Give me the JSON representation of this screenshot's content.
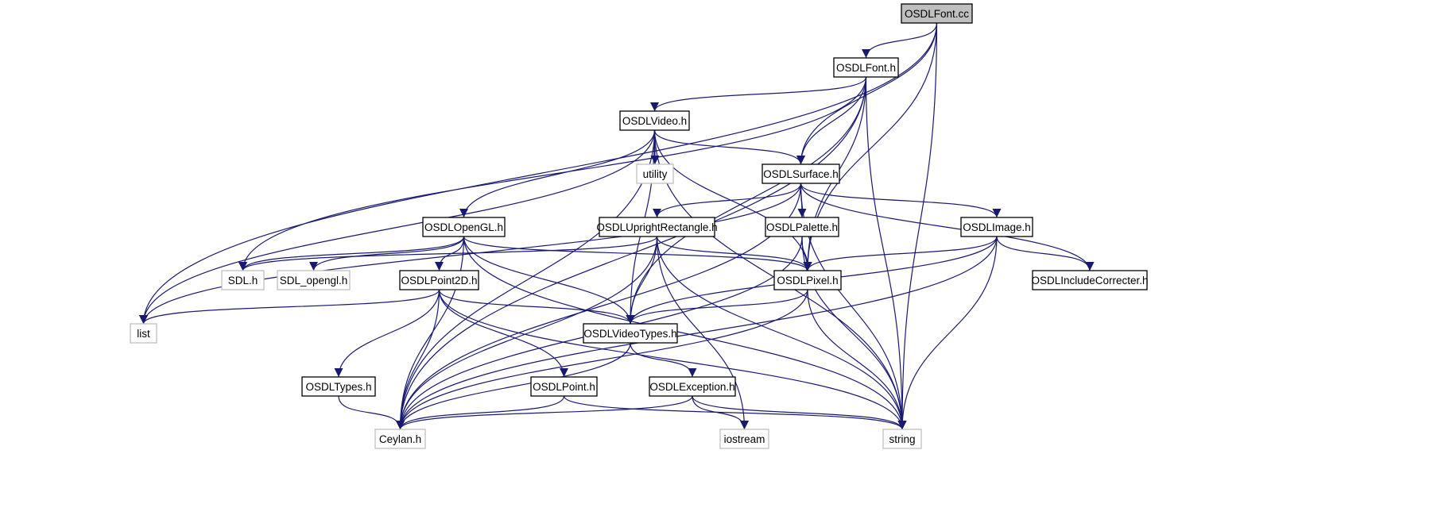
{
  "graph": {
    "edge_color": "#191970",
    "nodes": [
      {
        "id": "OSDLFont.cc",
        "label": "OSDLFont.cc",
        "style": "root"
      },
      {
        "id": "OSDLFont.h",
        "label": "OSDLFont.h",
        "style": "normal"
      },
      {
        "id": "OSDLVideo.h",
        "label": "OSDLVideo.h",
        "style": "normal"
      },
      {
        "id": "utility",
        "label": "utility",
        "style": "external"
      },
      {
        "id": "OSDLSurface.h",
        "label": "OSDLSurface.h",
        "style": "normal"
      },
      {
        "id": "OSDLOpenGL.h",
        "label": "OSDLOpenGL.h",
        "style": "normal"
      },
      {
        "id": "OSDLUprightRectangle.h",
        "label": "OSDLUprightRectangle.h",
        "style": "normal"
      },
      {
        "id": "OSDLPalette.h",
        "label": "OSDLPalette.h",
        "style": "normal"
      },
      {
        "id": "OSDLImage.h",
        "label": "OSDLImage.h",
        "style": "normal"
      },
      {
        "id": "SDL.h",
        "label": "SDL.h",
        "style": "external"
      },
      {
        "id": "SDL_opengl.h",
        "label": "SDL_opengl.h",
        "style": "external"
      },
      {
        "id": "OSDLPixel.h",
        "label": "OSDLPixel.h",
        "style": "normal"
      },
      {
        "id": "OSDLIncludeCorrecter.h",
        "label": "OSDLIncludeCorrecter.h",
        "style": "normal"
      },
      {
        "id": "OSDLPoint2D.h",
        "label": "OSDLPoint2D.h",
        "style": "normal"
      },
      {
        "id": "list",
        "label": "list",
        "style": "external"
      },
      {
        "id": "OSDLVideoTypes.h",
        "label": "OSDLVideoTypes.h",
        "style": "normal"
      },
      {
        "id": "OSDLTypes.h",
        "label": "OSDLTypes.h",
        "style": "normal"
      },
      {
        "id": "OSDLPoint.h",
        "label": "OSDLPoint.h",
        "style": "normal"
      },
      {
        "id": "OSDLException.h",
        "label": "OSDLException.h",
        "style": "normal"
      },
      {
        "id": "Ceylan.h",
        "label": "Ceylan.h",
        "style": "external"
      },
      {
        "id": "iostream",
        "label": "iostream",
        "style": "external"
      },
      {
        "id": "string",
        "label": "string",
        "style": "external"
      }
    ],
    "edges": [
      [
        "OSDLFont.cc",
        "OSDLFont.h"
      ],
      [
        "OSDLFont.cc",
        "OSDLSurface.h"
      ],
      [
        "OSDLFont.cc",
        "OSDLPixel.h"
      ],
      [
        "OSDLFont.cc",
        "list"
      ],
      [
        "OSDLFont.cc",
        "string"
      ],
      [
        "OSDLFont.h",
        "OSDLVideo.h"
      ],
      [
        "OSDLFont.h",
        "OSDLSurface.h"
      ],
      [
        "OSDLFont.h",
        "OSDLPixel.h"
      ],
      [
        "OSDLFont.h",
        "OSDLVideoTypes.h"
      ],
      [
        "OSDLFont.h",
        "SDL.h"
      ],
      [
        "OSDLFont.h",
        "Ceylan.h"
      ],
      [
        "OSDLFont.h",
        "string"
      ],
      [
        "OSDLVideo.h",
        "utility"
      ],
      [
        "OSDLVideo.h",
        "OSDLSurface.h"
      ],
      [
        "OSDLVideo.h",
        "OSDLOpenGL.h"
      ],
      [
        "OSDLVideo.h",
        "OSDLPixel.h"
      ],
      [
        "OSDLVideo.h",
        "OSDLVideoTypes.h"
      ],
      [
        "OSDLVideo.h",
        "list"
      ],
      [
        "OSDLVideo.h",
        "Ceylan.h"
      ],
      [
        "OSDLVideo.h",
        "string"
      ],
      [
        "OSDLSurface.h",
        "OSDLUprightRectangle.h"
      ],
      [
        "OSDLSurface.h",
        "OSDLPalette.h"
      ],
      [
        "OSDLSurface.h",
        "OSDLImage.h"
      ],
      [
        "OSDLSurface.h",
        "OSDLIncludeCorrecter.h"
      ],
      [
        "OSDLSurface.h",
        "list"
      ],
      [
        "OSDLSurface.h",
        "Ceylan.h"
      ],
      [
        "OSDLSurface.h",
        "string"
      ],
      [
        "OSDLOpenGL.h",
        "SDL.h"
      ],
      [
        "OSDLOpenGL.h",
        "SDL_opengl.h"
      ],
      [
        "OSDLOpenGL.h",
        "OSDLPoint2D.h"
      ],
      [
        "OSDLOpenGL.h",
        "OSDLPixel.h"
      ],
      [
        "OSDLOpenGL.h",
        "OSDLVideoTypes.h"
      ],
      [
        "OSDLOpenGL.h",
        "Ceylan.h"
      ],
      [
        "OSDLOpenGL.h",
        "string"
      ],
      [
        "OSDLUprightRectangle.h",
        "SDL.h"
      ],
      [
        "OSDLUprightRectangle.h",
        "OSDLPixel.h"
      ],
      [
        "OSDLUprightRectangle.h",
        "OSDLVideoTypes.h"
      ],
      [
        "OSDLUprightRectangle.h",
        "Ceylan.h"
      ],
      [
        "OSDLUprightRectangle.h",
        "iostream"
      ],
      [
        "OSDLUprightRectangle.h",
        "string"
      ],
      [
        "OSDLPalette.h",
        "OSDLPixel.h"
      ],
      [
        "OSDLPalette.h",
        "Ceylan.h"
      ],
      [
        "OSDLPalette.h",
        "string"
      ],
      [
        "OSDLImage.h",
        "OSDLPixel.h"
      ],
      [
        "OSDLImage.h",
        "OSDLIncludeCorrecter.h"
      ],
      [
        "OSDLImage.h",
        "OSDLVideoTypes.h"
      ],
      [
        "OSDLImage.h",
        "Ceylan.h"
      ],
      [
        "OSDLImage.h",
        "string"
      ],
      [
        "OSDLPixel.h",
        "OSDLVideoTypes.h"
      ],
      [
        "OSDLPixel.h",
        "Ceylan.h"
      ],
      [
        "OSDLPixel.h",
        "string"
      ],
      [
        "OSDLPoint2D.h",
        "list"
      ],
      [
        "OSDLPoint2D.h",
        "OSDLVideoTypes.h"
      ],
      [
        "OSDLPoint2D.h",
        "OSDLTypes.h"
      ],
      [
        "OSDLPoint2D.h",
        "OSDLPoint.h"
      ],
      [
        "OSDLPoint2D.h",
        "Ceylan.h"
      ],
      [
        "OSDLPoint2D.h",
        "string"
      ],
      [
        "OSDLVideoTypes.h",
        "OSDLException.h"
      ],
      [
        "OSDLVideoTypes.h",
        "Ceylan.h"
      ],
      [
        "OSDLTypes.h",
        "Ceylan.h"
      ],
      [
        "OSDLPoint.h",
        "Ceylan.h"
      ],
      [
        "OSDLPoint.h",
        "string"
      ],
      [
        "OSDLException.h",
        "Ceylan.h"
      ],
      [
        "OSDLException.h",
        "iostream"
      ],
      [
        "OSDLException.h",
        "string"
      ]
    ]
  }
}
